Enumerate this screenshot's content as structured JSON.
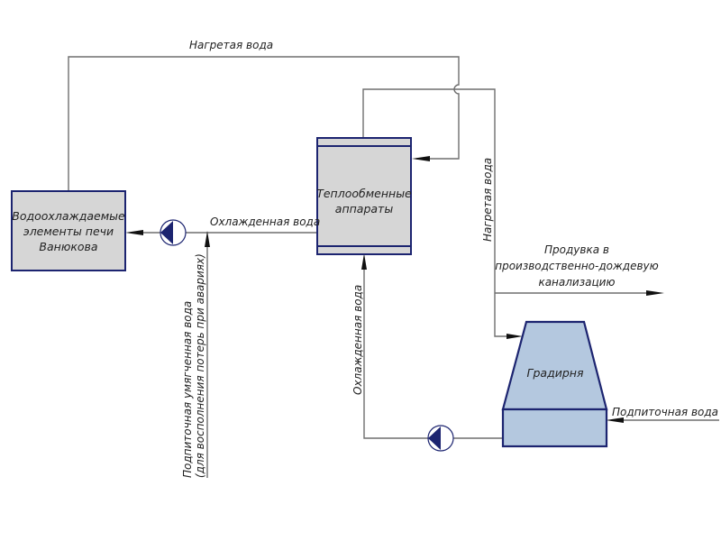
{
  "diagram": {
    "type": "process-flow",
    "nodes": {
      "furnace": {
        "label_lines": [
          "Водоохлаждаемые",
          "элементы печи",
          "Ванюкова"
        ]
      },
      "heat_exchanger": {
        "label_lines": [
          "Теплообменные",
          "аппараты"
        ]
      },
      "cooling_tower": {
        "label": "Градирня"
      }
    },
    "flows": {
      "heated_water_top": "Нагретая вода",
      "cooled_water_to_furnace": "Охлажденная вода",
      "makeup_softened": [
        "Подпиточная умягченная вода",
        "(для восполнения потерь при авариях)"
      ],
      "heated_water_vertical": "Нагретая вода",
      "blowdown": [
        "Продувка в",
        "производственно-дождевую",
        "канализацию"
      ],
      "cooled_water_vertical": "Охлажденная вода",
      "makeup_tower": "Подпиточная вода"
    },
    "colors": {
      "outline": "#1c2470",
      "box_fill": "#d6d6d6",
      "tower_fill": "#b4c8df",
      "pipe": "#6e6e6e"
    }
  }
}
